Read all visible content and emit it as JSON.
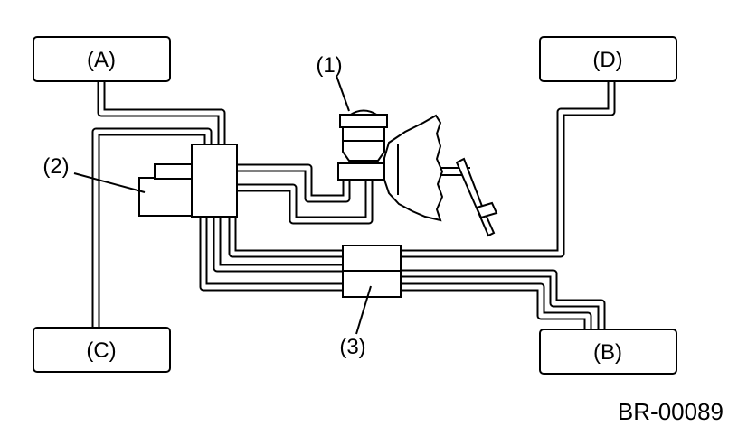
{
  "wheels": {
    "a": "(A)",
    "b": "(B)",
    "c": "(C)",
    "d": "(D)"
  },
  "callouts": {
    "master_cylinder": "(1)",
    "hydraulic_unit": "(2)",
    "proportioning_valve": "(3)"
  },
  "figure_code": "BR-00089"
}
